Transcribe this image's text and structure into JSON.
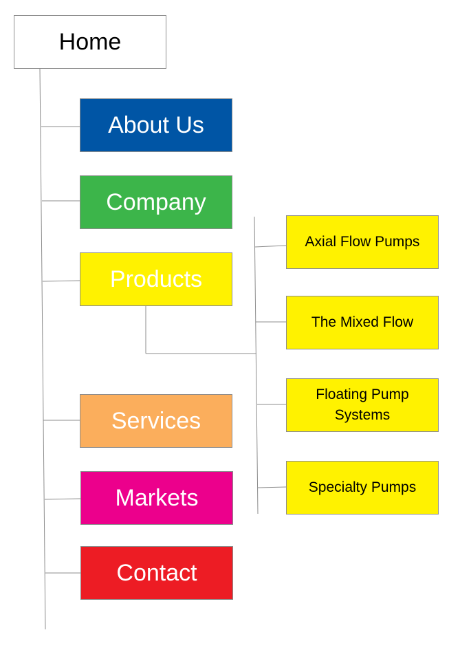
{
  "colors": {
    "home": "#ffffff",
    "about": "#0055a5",
    "company": "#3cb54a",
    "products": "#fff200",
    "services": "#fbae5c",
    "markets": "#ec008c",
    "contact": "#ed1c24",
    "sub": "#fff200",
    "line": "#8c8c8c"
  },
  "home": {
    "label": "Home"
  },
  "main_nodes": [
    {
      "key": "about",
      "label": "About Us"
    },
    {
      "key": "company",
      "label": "Company"
    },
    {
      "key": "products",
      "label": "Products"
    },
    {
      "key": "services",
      "label": "Services"
    },
    {
      "key": "markets",
      "label": "Markets"
    },
    {
      "key": "contact",
      "label": "Contact"
    }
  ],
  "products_children": [
    {
      "label": "Axial Flow Pumps"
    },
    {
      "label": "The Mixed Flow"
    },
    {
      "label": "Floating Pump Systems"
    },
    {
      "label": "Specialty Pumps"
    }
  ],
  "edges": [
    [
      "Home",
      "About Us"
    ],
    [
      "Home",
      "Company"
    ],
    [
      "Home",
      "Products"
    ],
    [
      "Home",
      "Services"
    ],
    [
      "Home",
      "Markets"
    ],
    [
      "Home",
      "Contact"
    ],
    [
      "Products",
      "Axial Flow Pumps"
    ],
    [
      "Products",
      "The Mixed Flow"
    ],
    [
      "Products",
      "Floating Pump Systems"
    ],
    [
      "Products",
      "Specialty Pumps"
    ]
  ]
}
